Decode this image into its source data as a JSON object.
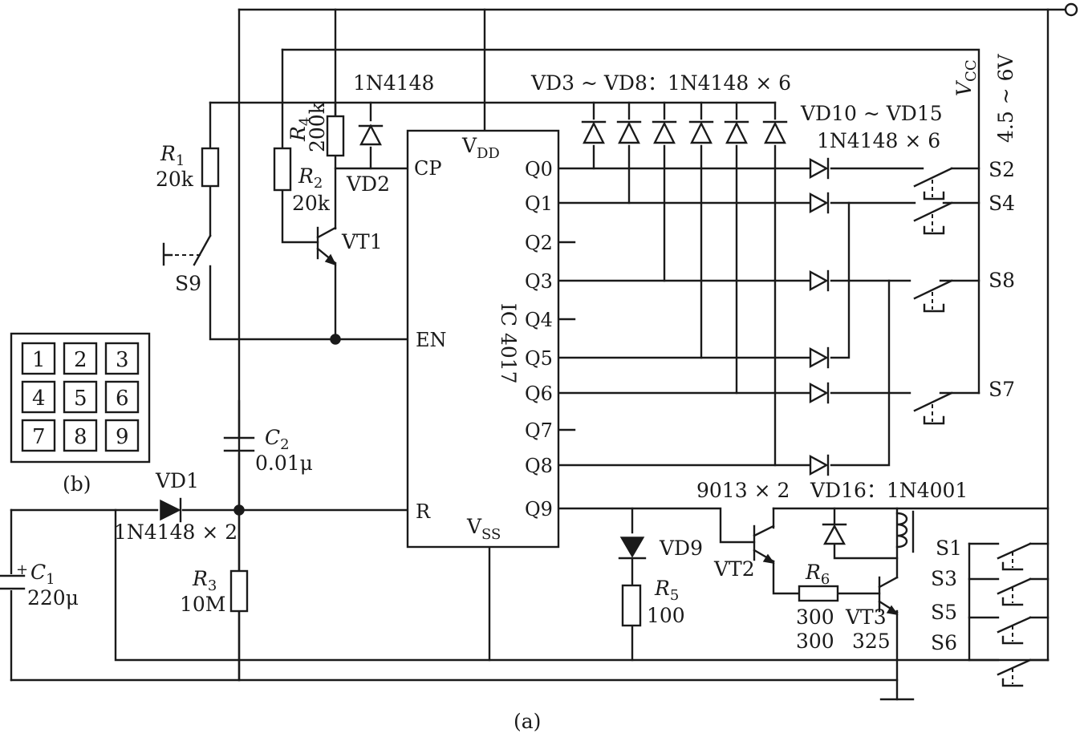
{
  "ic": {
    "name": "IC 4017",
    "vdd": "V",
    "vdd_sub": "DD",
    "vss": "V",
    "vss_sub": "SS",
    "cp": "CP",
    "en": "EN",
    "r": "R",
    "outputs": [
      "Q0",
      "Q1",
      "Q2",
      "Q3",
      "Q4",
      "Q5",
      "Q6",
      "Q7",
      "Q8",
      "Q9"
    ]
  },
  "supply": {
    "label": "V",
    "label_sub": "CC",
    "range": "4.5 ~ 6V"
  },
  "labels": {
    "r1": "R",
    "r1_sub": "1",
    "r1_val": "20k",
    "r2": "R",
    "r2_sub": "2",
    "r2_val": "20k",
    "r4": "R",
    "r4_sub": "4",
    "r4_val": "200k",
    "r3": "R",
    "r3_sub": "3",
    "r3_val": "10M",
    "r5": "R",
    "r5_sub": "5",
    "r5_val": "100",
    "r6": "R",
    "r6_sub": "6",
    "r6_val": "300",
    "c1": "C",
    "c1_sub": "1",
    "c1_val": "220μ",
    "c1_plus": "+",
    "c2": "C",
    "c2_sub": "2",
    "c2_val": "0.01μ",
    "vd1": "VD1",
    "vd1_part": "1N4148 × 2",
    "vd2": "VD2",
    "vd2_part": "1N4148",
    "vd3_8": "VD3 ~ VD8：1N4148 × 6",
    "vd10_15": "VD10 ~ VD15",
    "vd10_15_part": "1N4148 × 6",
    "vd9": "VD9",
    "vt1": "VT1",
    "vt2": "VT2",
    "vt3": "VT3",
    "vt_part": "9013 × 2",
    "vd16": "VD16：1N4001",
    "vt3_num1": "300",
    "vt3_num2": "325",
    "s1": "S1",
    "s2": "S2",
    "s3": "S3",
    "s4": "S4",
    "s5": "S5",
    "s6": "S6",
    "s7": "S7",
    "s8": "S8",
    "s9": "S9",
    "caption_a": "(a)",
    "caption_b": "(b)"
  },
  "keypad": {
    "keys": [
      "1",
      "2",
      "3",
      "4",
      "5",
      "6",
      "7",
      "8",
      "9"
    ]
  }
}
